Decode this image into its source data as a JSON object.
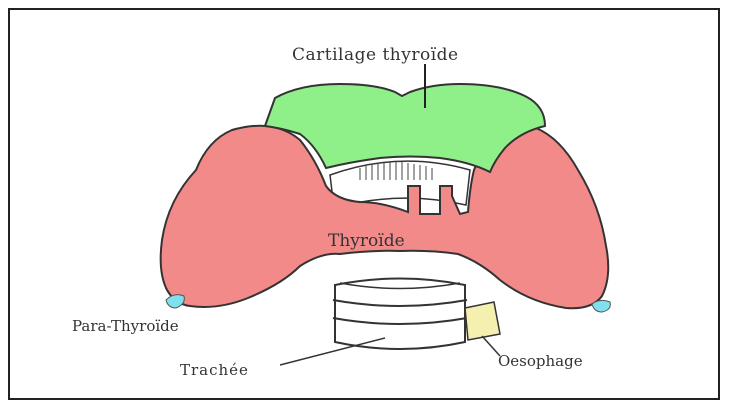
{
  "labels": {
    "cartilage": "Cartilage thyroïde",
    "thyroid": "Thyroïde",
    "parathyroid": "Para-Thyroïde",
    "trachea": "Trachée",
    "esophagus": "Oesophage"
  },
  "colors": {
    "cartilage_fill": "#8ff08a",
    "thyroid_fill": "#f28a8a",
    "esophagus_fill": "#f6f0b0",
    "parathyroid_fill": "#7fe0ee",
    "outline": "#333333"
  }
}
